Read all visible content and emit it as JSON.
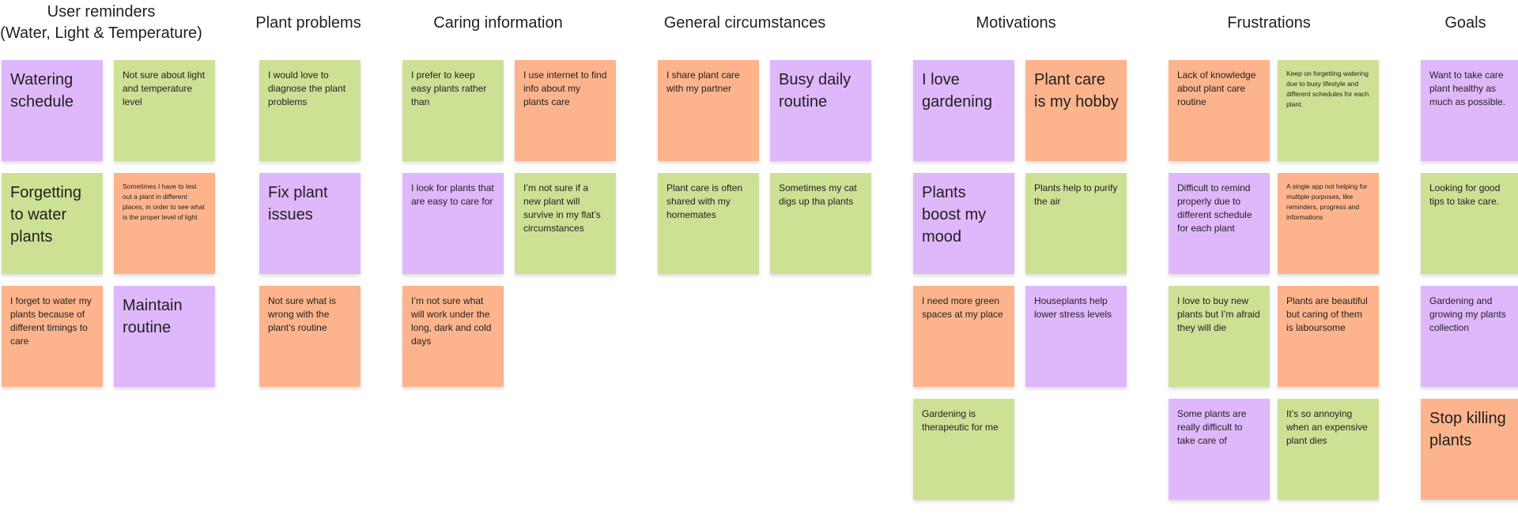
{
  "categories": {
    "reminders_line1": "User reminders",
    "reminders_line2": "(Water, Light & Temperature)",
    "plant_problems": "Plant problems",
    "caring_information": "Caring information",
    "general_circumstances": "General circumstances",
    "motivations": "Motivations",
    "frustrations": "Frustrations",
    "goals": "Goals"
  },
  "notes": {
    "r1": "Watering schedule",
    "r2": "Not sure about light and temperature level",
    "r3": "Forgetting to water plants",
    "r4": "Sometimes I have to test out a plant in different places, in order to see what is the proper level of light",
    "r5": "I forget to water my plants because of different timings to care",
    "r6": "Maintain routine",
    "p1": "I would love to diagnose the plant problems",
    "p2": "Fix plant issues",
    "p3": "Not sure what is wrong with the plant’s routine",
    "c1": "I prefer to keep easy plants rather than",
    "c2": "I use internet to find info about my plants care",
    "c3": "I look for plants that are easy to care for",
    "c4": "I’m not sure if a new plant will survive in my flat’s circumstances",
    "c5": "I’m not sure what will work under the long, dark and cold days",
    "g1": "I share plant care with my partner",
    "g2": "Busy daily routine",
    "g3": "Plant care is often shared with my homemates",
    "g4": "Sometimes my cat digs up tha plants",
    "m1": "I love gardening",
    "m2": "Plant care is my hobby",
    "m3": "Plants boost my mood",
    "m4": "Plants help to purify the air",
    "m5": "I need more green spaces at my place",
    "m6": "Houseplants help lower stress levels",
    "m7": "Gardening is therapeutic for me",
    "f1": "Lack of knowledge about plant care routine",
    "f2": "Keep on forgetting watering due to busy lifestyle and different schedules for each plant.",
    "f3": "Difficult to remind properly due to different schedule for each plant",
    "f4": "A single app not helping for multiple purposes, like reminders, progress and informations",
    "f5": "I love to buy new plants but I’m afraid they will die",
    "f6": "Plants are beautiful but caring of them is laboursome",
    "f7": "Some plants are really difficult to take care of",
    "f8": "It’s so annoying when an expensive plant dies",
    "go1": "Want to take care plant healthy as much as possible.",
    "go2": "Looking for good tips to take care.",
    "go3": "Gardening and growing my plants collection",
    "go4": "Stop killing plants"
  },
  "colors": {
    "purple": "#dfb8fb",
    "green": "#cde195",
    "orange": "#fdb48c"
  }
}
